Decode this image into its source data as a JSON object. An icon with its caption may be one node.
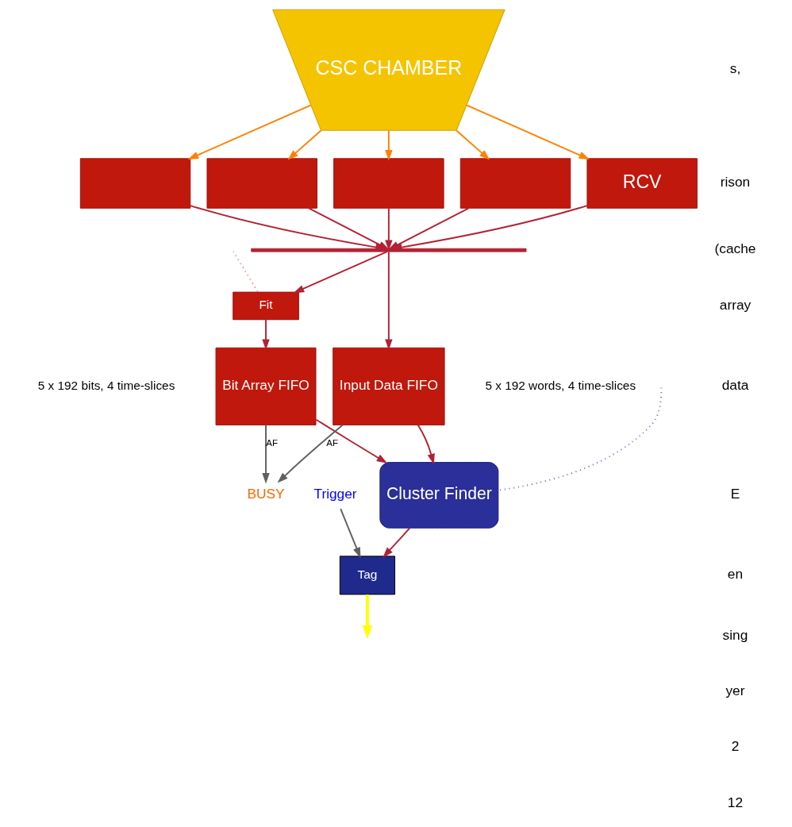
{
  "diagram": {
    "nodes": [
      {
        "text": [
          "CSC CHAMBER"
        ]
      },
      {
        "text": [],
        "shape": "box"
      },
      {
        "text": [],
        "shape": "box"
      },
      {
        "text": [],
        "shape": "box"
      },
      {
        "text": [],
        "shape": "box"
      },
      {
        "text": [
          "RCV"
        ]
      },
      {
        "text": [],
        "shape": "bar"
      },
      {
        "text": [
          "Fit"
        ]
      },
      {
        "text": [
          "Bit Array FIFO"
        ],
        "beside": [
          "5 x 192 bits, 4 time-slices"
        ]
      },
      {
        "text": [
          "Input Data FIFO"
        ],
        "beside": [
          "5 x 192 words, 4 time-slices"
        ]
      },
      {
        "text": [
          "Cluster Finder"
        ]
      },
      {
        "text": [
          "Tag"
        ]
      },
      {
        "text": [
          "BUSY"
        ]
      },
      {
        "text": [
          "Trigger"
        ]
      }
    ],
    "edges": [
      {
        "from": 0,
        "to": 1,
        "arrow": "to",
        "color": "#ff8000"
      },
      {
        "from": 0,
        "to": 2,
        "arrow": "to",
        "color": "#ff8000"
      },
      {
        "from": 0,
        "to": 3,
        "arrow": "to",
        "color": "#ff8000"
      },
      {
        "from": 0,
        "to": 4,
        "arrow": "to",
        "color": "#ff8000"
      },
      {
        "from": 0,
        "to": 5,
        "arrow": "to",
        "color": "#ff8000"
      },
      {
        "from": 1,
        "to": 6,
        "arrow": "to"
      },
      {
        "from": 2,
        "to": 6,
        "arrow": "to"
      },
      {
        "from": 3,
        "to": 6,
        "arrow": "to"
      },
      {
        "from": 4,
        "to": 6,
        "arrow": "to"
      },
      {
        "from": 5,
        "to": 6,
        "arrow": "to"
      },
      {
        "from": 6,
        "to": 7,
        "arrow": "to"
      },
      {
        "from": 6,
        "to": 9,
        "arrow": "to"
      },
      {
        "from": 7,
        "to": 8,
        "arrow": "to"
      },
      {
        "from": 8,
        "to": 12,
        "label": "AF",
        "arrow": "to",
        "color": "#606060"
      },
      {
        "from": 9,
        "to": 12,
        "label": "AF",
        "arrow": "to",
        "color": "#606060"
      },
      {
        "from": 8,
        "to": 10,
        "arrow": "to"
      },
      {
        "from": 9,
        "to": 10,
        "arrow": "to"
      },
      {
        "from": 10,
        "to": 11,
        "arrow": "to"
      },
      {
        "from": 13,
        "to": 11,
        "arrow": "to",
        "color": "#606060"
      },
      {
        "from": 11,
        "to": null,
        "arrow": "to",
        "style": "thick",
        "color": "#ffff00"
      },
      {
        "from": null,
        "to": 7,
        "arrow": "none",
        "style": "dashed",
        "color": "#e06060"
      },
      {
        "from": null,
        "to": 10,
        "arrow": "none",
        "style": "dashed",
        "color": "#6060c0"
      }
    ],
    "labels": [
      "s,",
      "rison",
      "(cache",
      "array",
      "data",
      "E",
      "en",
      "sing",
      "yer",
      "2",
      "12"
    ]
  }
}
